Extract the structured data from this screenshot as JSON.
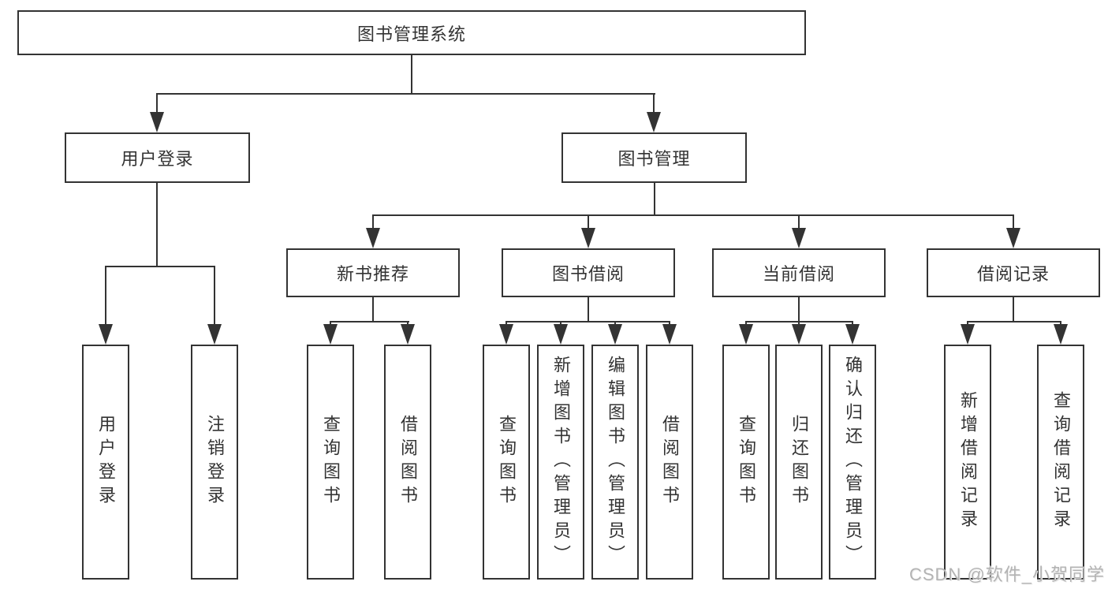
{
  "tree": {
    "root": {
      "label": "图书管理系统"
    },
    "level2": [
      {
        "label": "用户登录"
      },
      {
        "label": "图书管理"
      }
    ],
    "level3": [
      {
        "label": "新书推荐",
        "parent": "图书管理"
      },
      {
        "label": "图书借阅",
        "parent": "图书管理"
      },
      {
        "label": "当前借阅",
        "parent": "图书管理"
      },
      {
        "label": "借阅记录",
        "parent": "图书管理"
      }
    ],
    "leaves": [
      {
        "label": "用户登录",
        "parent": "用户登录"
      },
      {
        "label": "注销登录",
        "parent": "用户登录"
      },
      {
        "label": "查询图书",
        "parent": "新书推荐"
      },
      {
        "label": "借阅图书",
        "parent": "新书推荐"
      },
      {
        "label": "查询图书",
        "parent": "图书借阅"
      },
      {
        "label": "新增图书（管理员）",
        "parent": "图书借阅"
      },
      {
        "label": "编辑图书（管理员）",
        "parent": "图书借阅"
      },
      {
        "label": "借阅图书",
        "parent": "图书借阅"
      },
      {
        "label": "查询图书",
        "parent": "当前借阅"
      },
      {
        "label": "归还图书",
        "parent": "当前借阅"
      },
      {
        "label": "确认归还（管理员）",
        "parent": "当前借阅"
      },
      {
        "label": "新增借阅记录",
        "parent": "借阅记录"
      },
      {
        "label": "查询借阅记录",
        "parent": "借阅记录"
      }
    ]
  },
  "watermark": {
    "text": "CSDN @软件_小贺同学"
  },
  "colors": {
    "line": "#333333",
    "text": "#333333",
    "box_background": "#ffffff",
    "page_background": "#ffffff",
    "watermark": "#b3b3b3"
  }
}
